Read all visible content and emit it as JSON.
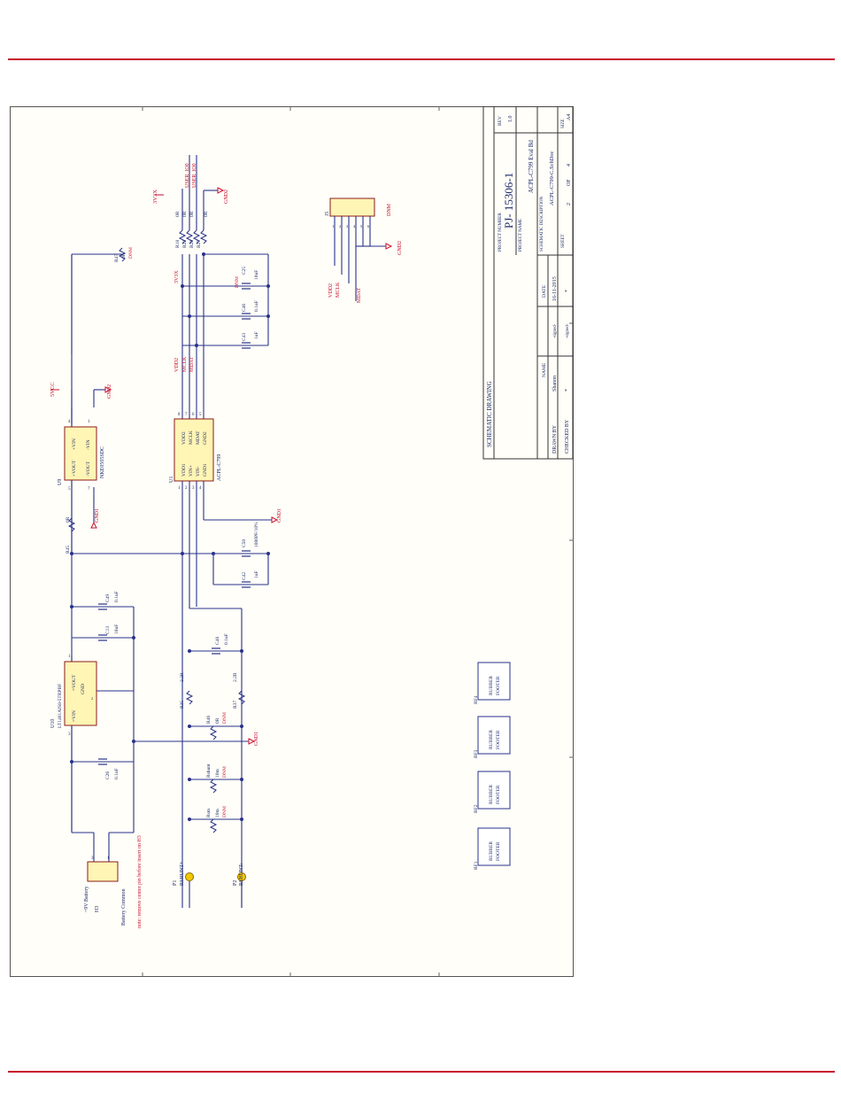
{
  "colors": {
    "rule": "#c8102e",
    "wire": "#27318b",
    "net_label": "#c8102e",
    "part_fill": "#fff5b4",
    "part_stroke": "#8b1a1a",
    "ink": "#1b2a6b",
    "test_point": "#f2c800"
  },
  "title_block": {
    "heading": "SCHEMATIC DRAWING",
    "project_number_label": "PROJECT NUMBER",
    "project_number": "PJ- 15306-1",
    "rev_label": "REV",
    "rev": "1.0",
    "project_name_label": "PROJECT NAME",
    "project_name": "ACPL-C799 Eval Bd",
    "schematic_description_label": "SCHEMATIC DESCRIPTION",
    "schematic_description": "ACPL-C799-C.SchDoc",
    "size_label": "SIZE",
    "size": "A4",
    "sheet_label": "SHEET",
    "sheet": "2",
    "of_label": "OF",
    "of": "4",
    "name_label": "NAME",
    "date_label": "DATE",
    "drawn_by_label": "DRAWN BY",
    "drawn_by_name": "Shanon",
    "drawn_by_sig": "-signed-",
    "drawn_by_date": "16-11-2015",
    "checked_by_label": "CHECKED BY",
    "checked_by_name": "*",
    "checked_by_sig": "-signed-",
    "checked_by_date": "*"
  },
  "components": {
    "u1": {
      "ref": "U1",
      "part": "ACPL-C799",
      "left_pins": [
        "VDD1",
        "VIN+",
        "VIN-",
        "GND1"
      ],
      "right_pins": [
        "VDD2",
        "MCLK",
        "MDAT",
        "GND2"
      ],
      "left_nums": [
        "1",
        "2",
        "3",
        "4"
      ],
      "right_nums": [
        "8",
        "7",
        "6",
        "5"
      ]
    },
    "u9": {
      "ref": "U9",
      "part": "NKE0505SDC",
      "pin_top": "+VOUT",
      "pin_top2": "+VIN",
      "pin_bot": "-VOUT",
      "pin_bot2": "-VIN",
      "n1": "5",
      "n2": "7",
      "n3": "4",
      "n4": "1"
    },
    "u10": {
      "ref": "U10",
      "part": "LT1461AIS8-5TRPBF",
      "vin": "=VIN",
      "vout": "=VOUT",
      "gnd": "GND",
      "n_in": "3",
      "n_out": "1",
      "n_gnd": "2"
    },
    "j5": {
      "ref": "J5",
      "dnm": "DNM",
      "pins": [
        "1",
        "2",
        "3",
        "4",
        "5",
        "6"
      ]
    },
    "h3": {
      "ref": "H3",
      "label": "~9V Battery",
      "label2": "Battery Common",
      "pin1": "1",
      "pin3": "3"
    },
    "p1": {
      "ref": "P1",
      "net": "RSHUNT+"
    },
    "p2": {
      "ref": "P2",
      "net": "RSHUNT-"
    },
    "resistors": [
      {
        "ref": "R47",
        "value": "0R",
        "dnm": "DNM"
      },
      {
        "ref": "R18",
        "value": "0R"
      },
      {
        "ref": "R22",
        "value": "0R"
      },
      {
        "ref": "R20",
        "value": "0R"
      },
      {
        "ref": "R27",
        "value": "0R"
      },
      {
        "ref": "R45",
        "value": "0R"
      },
      {
        "ref": "R35",
        "value": "2.2R"
      },
      {
        "ref": "R37",
        "value": "2.2R"
      },
      {
        "ref": "R46",
        "value": "0R",
        "dnm": "DNM"
      },
      {
        "ref": "Rshunt",
        "value": "10m",
        "dnm": "DNM"
      },
      {
        "ref": "Rsm",
        "value": "10m",
        "dnm": "DNM"
      }
    ],
    "capacitors": [
      {
        "ref": "C25",
        "value": "10uF",
        "dnm": "DNM"
      },
      {
        "ref": "C46",
        "value": "0.1uF"
      },
      {
        "ref": "C43",
        "value": "1uF"
      },
      {
        "ref": "C50",
        "value": "1000PF/10%"
      },
      {
        "ref": "C42",
        "value": "1uF"
      },
      {
        "ref": "C49",
        "value": "0.1uF"
      },
      {
        "ref": "C13",
        "value": "10uF"
      },
      {
        "ref": "C48",
        "value": "0.1uF"
      },
      {
        "ref": "C26",
        "value": "0.1uF"
      }
    ],
    "footers": [
      {
        "ref": "RF4",
        "text1": "RUBBER",
        "text2": "FOOTER"
      },
      {
        "ref": "RF3",
        "text1": "RUBBER",
        "text2": "FOOTER"
      },
      {
        "ref": "RF2",
        "text1": "RUBBER",
        "text2": "FOOTER"
      },
      {
        "ref": "RF1",
        "text1": "RUBBER",
        "text2": "FOOTER"
      }
    ]
  },
  "nets": {
    "v3": "3V3X",
    "user_io0": "USER_IO0",
    "user_io1": "USER_IO0",
    "gnd2_top": "GND2",
    "gnd2_mid": "GND2",
    "gnd2_j5": "GND2",
    "gnd1_u9": "GND1",
    "gnd1_u1": "GND1",
    "gnd1_mid": "GND1",
    "vcc5": "5VCC",
    "v3_u1": "3V3X",
    "vdd2": "VDD2",
    "mclk": "MCLK",
    "mdat": "MDAT",
    "vdd2_j5": "VDD2",
    "mclk_j5": "MCLK",
    "mdat_j5": "MDAT"
  },
  "note": "note: remove center pin before insert on H3"
}
